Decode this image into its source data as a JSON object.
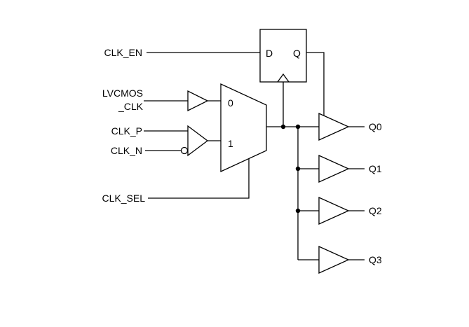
{
  "diagram": {
    "labels": {
      "clk_en": "CLK_EN",
      "lvcmos": "LVCMOS",
      "lvcmos2": "_CLK",
      "clk_p": "CLK_P",
      "clk_n": "CLK_N",
      "clk_sel": "CLK_SEL",
      "ff_d": "D",
      "ff_q": "Q",
      "mux_in0": "0",
      "mux_in1": "1",
      "q0": "Q0",
      "q1": "Q1",
      "q2": "Q2",
      "q3": "Q3"
    },
    "colors": {
      "stroke": "#000000",
      "background": "#ffffff"
    }
  }
}
